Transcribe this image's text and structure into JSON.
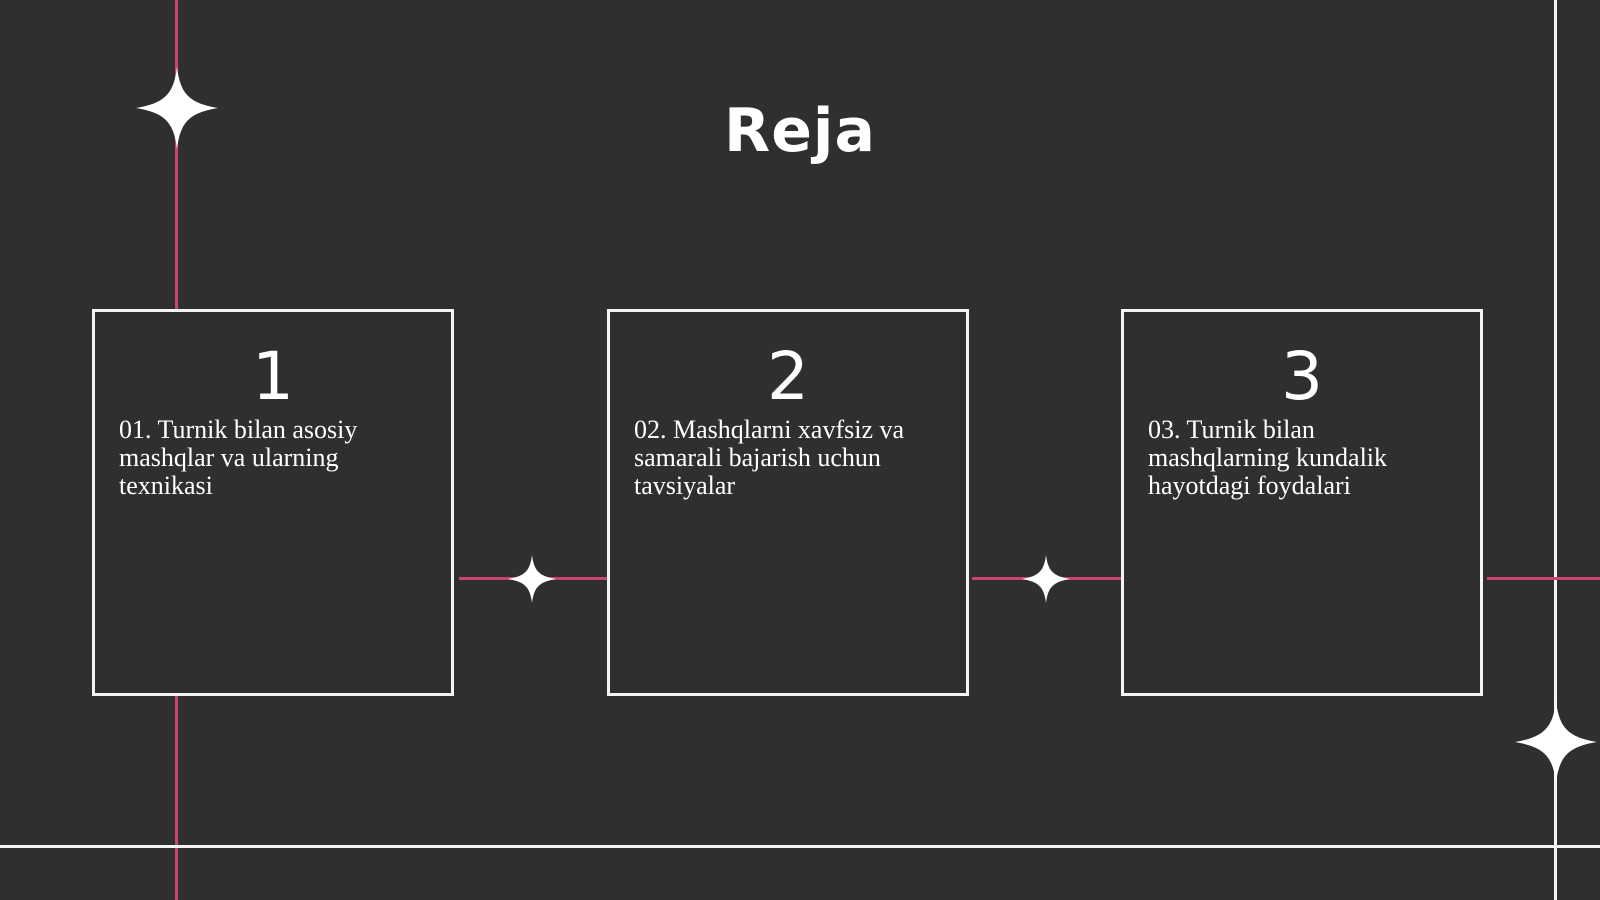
{
  "slide": {
    "title": "Reja",
    "background_color": "#2f2f2f",
    "accent_color": "#c8466e",
    "line_color": "#f4f4f4"
  },
  "cards": [
    {
      "number": "1",
      "text": "01. Turnik bilan asosiy mashqlar va ularning texnikasi"
    },
    {
      "number": "2",
      "text": "02. Mashqlarni xavfsiz va samarali bajarish uchun tavsiyalar"
    },
    {
      "number": "3",
      "text": "03. Turnik bilan mashqlarning kundalik hayotdagi foydalari"
    }
  ],
  "decorations": {
    "icons": [
      "sparkle-star-icon",
      "sparkle-star-icon",
      "sparkle-star-icon",
      "sparkle-star-icon"
    ]
  }
}
